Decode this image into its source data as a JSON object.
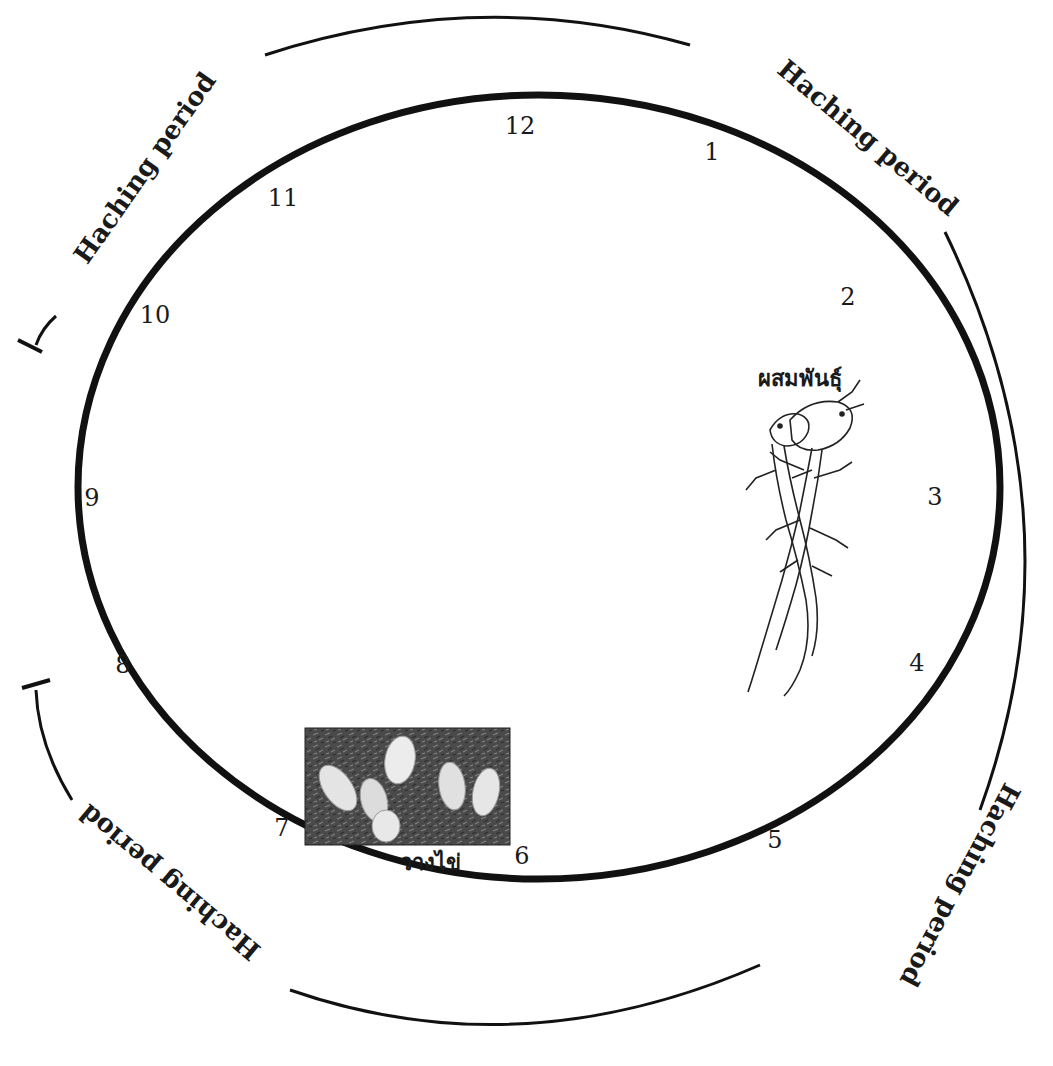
{
  "diagram": {
    "labels": [
      "Haching period",
      "Haching period",
      "12",
      "1",
      "11",
      "2",
      "10",
      "ผสมพันธุ์",
      "9",
      "3",
      "8",
      "4",
      "วางไข่",
      "7",
      "6",
      "5",
      "Haching period",
      "Haching period"
    ]
  }
}
